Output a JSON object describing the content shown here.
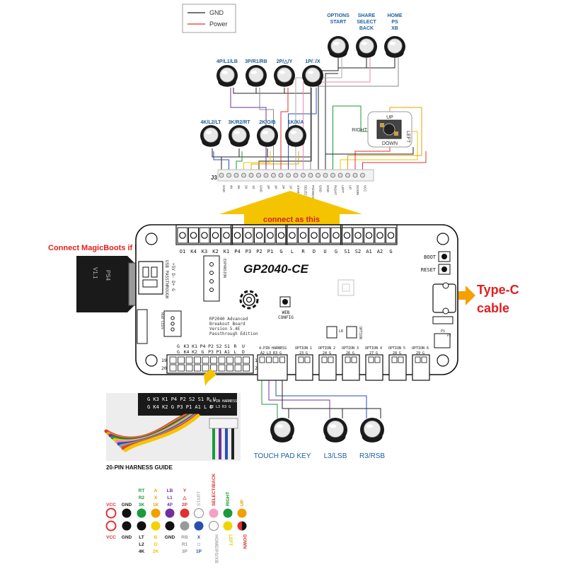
{
  "legend": {
    "gnd": "GND",
    "power": "Power"
  },
  "top_buttons": [
    {
      "label_lines": [
        "OPTIONS",
        "START"
      ]
    },
    {
      "label_lines": [
        "SHARE",
        "SELECT",
        "BACK"
      ]
    },
    {
      "label_lines": [
        "HOME",
        "PS",
        "XB"
      ]
    }
  ],
  "row1_buttons": [
    "4P/L1/LB",
    "3P/R1/RB",
    "2P/△/Y",
    "1P/□/X"
  ],
  "row2_buttons": [
    "4K/L2/LT",
    "3K/R2/RT",
    "2K/O/B",
    "1K/X/A"
  ],
  "joystick": {
    "up": "UP",
    "down": "DOWN",
    "left": "LEFT",
    "right": "RIGHT"
  },
  "j3": {
    "label": "J3",
    "pins": [
      "GND",
      "4K",
      "3K",
      "2K",
      "1K",
      "GND",
      "4P",
      "3P",
      "2P",
      "1P",
      "START",
      "SELECT",
      "PS/XBOX",
      "GND",
      "GND",
      "RIGHT",
      "LEFT",
      "UP",
      "DOWN",
      "VCC"
    ]
  },
  "connect_arrow": "connect as this",
  "magicboots_label": "Connect MagicBoots if have",
  "dongle_text": [
    "PS4",
    "V1.1"
  ],
  "board": {
    "title": "GP2040-CE",
    "top_pins": [
      "O1",
      "K4",
      "K3",
      "K2",
      "K1",
      "P4",
      "P3",
      "P2",
      "P1",
      "G",
      "L",
      "R",
      "D",
      "U",
      "G",
      "S1",
      "S2",
      "A1",
      "A2",
      "G"
    ],
    "boot": "BOOT",
    "reset": "RESET",
    "usb_passthrough": "USB PASSTHROUGH",
    "usb_pins": "+5V D- D+ G",
    "expansion": "EXPANSION",
    "rgb_leds": "RGB LEDs",
    "web_config": [
      "WEB",
      "CONFIG"
    ],
    "description": [
      "RP2040 Advanced",
      "Breakout Board",
      "Version 5.4E",
      "Passthrough Edition"
    ],
    "harness_top": [
      "G",
      "K3",
      "K1",
      "P4",
      "P2",
      "S2",
      "S1",
      "R",
      "U"
    ],
    "harness_bottom": [
      "G",
      "K4",
      "K2",
      "G",
      "P3",
      "P1",
      "A1",
      "L",
      "D"
    ],
    "row_numbers": [
      "19",
      "20",
      "1",
      "2"
    ],
    "four_pin_label": "4-PIN HARNESS",
    "four_pin_pins": "A2 L3 R3 G",
    "options": [
      {
        "name": "OPTION 1",
        "pins": "23 G"
      },
      {
        "name": "OPTION 2",
        "pins": "24 G"
      },
      {
        "name": "OPTION 3",
        "pins": "26 G"
      },
      {
        "name": "OPTION 4",
        "pins": "27 G"
      },
      {
        "name": "OPTION 5",
        "pins": "28 G"
      },
      {
        "name": "OPTION 6",
        "pins": "29 G"
      }
    ],
    "lb_label": "LB",
    "option_label": "OPTION",
    "pi_label": "PI",
    "ps_label": "PS"
  },
  "typec_label": [
    "Type-C",
    "cable"
  ],
  "photo_labels": {
    "top": "G K3 K1 P4 P2 S2 S1 R U",
    "bottom": "G K4 K2 G P3 P1 A1 L D",
    "four_pin": "4-PIN HARNESS",
    "four_pin_pins": "A2 L3 R3 G"
  },
  "harness_guide_title": "20-PIN HARNESS GUIDE",
  "bottom_buttons": [
    "TOUCH PAD KEY",
    "L3/LSB",
    "R3/RSB"
  ],
  "guide": {
    "top_text": [
      {
        "lines": [
          "VCC"
        ],
        "color": "#e03030"
      },
      {
        "lines": [
          "GND"
        ],
        "color": "#222222"
      },
      {
        "lines": [
          "RT",
          "R2",
          "3K"
        ],
        "color": "#1a9a3a"
      },
      {
        "lines": [
          "A",
          "X",
          "1K"
        ],
        "color": "#e8a000"
      },
      {
        "lines": [
          "LB",
          "L1",
          "4P"
        ],
        "color": "#7030a0"
      },
      {
        "lines": [
          "Y",
          "△",
          "2P"
        ],
        "color": "#e03030"
      },
      {
        "lines": [
          "START"
        ],
        "color": "#bbbbbb",
        "vertical": true
      },
      {
        "lines": [
          "SELECT/BACK"
        ],
        "color": "#e03030",
        "vertical": true
      },
      {
        "lines": [
          "RIGHT"
        ],
        "color": "#1a9a3a",
        "vertical": true
      },
      {
        "lines": [
          "UP"
        ],
        "color": "#e8a000",
        "vertical": true
      }
    ],
    "top_dots": [
      "ring-red",
      "black",
      "green",
      "orange",
      "purple",
      "red",
      "white",
      "pink",
      "green",
      "orange"
    ],
    "bottom_dots": [
      "ring-red",
      "black",
      "black",
      "yellow",
      "black",
      "gray",
      "blue",
      "white",
      "yellow",
      "half-red"
    ],
    "bottom_text": [
      {
        "lines": [
          "VCC"
        ],
        "color": "#e03030"
      },
      {
        "lines": [
          "GND"
        ],
        "color": "#222222"
      },
      {
        "lines": [
          "LT",
          "L2",
          "4K"
        ],
        "color": "#222222"
      },
      {
        "lines": [
          "B",
          "O",
          "2K"
        ],
        "color": "#e8c800"
      },
      {
        "lines": [
          "GND"
        ],
        "color": "#222222"
      },
      {
        "lines": [
          "RB",
          "R1",
          "3P"
        ],
        "color": "#999999"
      },
      {
        "lines": [
          "X",
          "□",
          "1P"
        ],
        "color": "#2a4fb0"
      },
      {
        "lines": [
          "HOME/PS/XB"
        ],
        "color": "#aaaaaa",
        "vertical": true
      },
      {
        "lines": [
          "LEFT"
        ],
        "color": "#e8c800",
        "vertical": true
      },
      {
        "lines": [
          "DOWN"
        ],
        "color": "#e03030",
        "vertical": true
      }
    ]
  },
  "colors": {
    "label_blue": "#1f5fa0",
    "arrow_yellow": "#f5c400",
    "magicboots_red": "#e02020",
    "typec_red": "#e02020",
    "typec_arrow": "#f5a000"
  }
}
